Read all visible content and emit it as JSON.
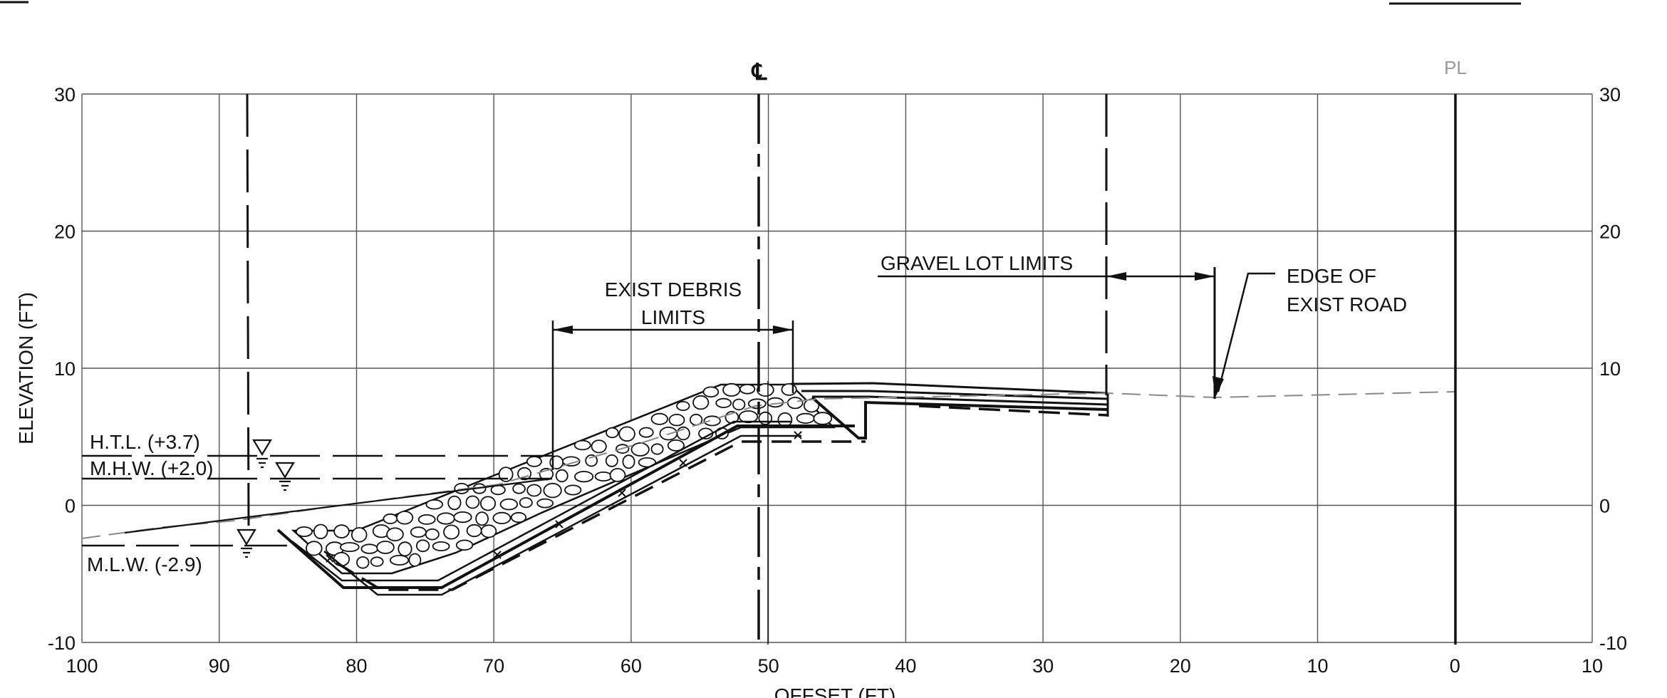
{
  "chart_data": {
    "type": "line",
    "title": "",
    "xlabel": "OFFSET (FT)",
    "ylabel": "ELEVATION (FT)",
    "xlim": [
      100,
      10
    ],
    "ylim": [
      -10,
      30
    ],
    "x_ticks": [
      "100",
      "90",
      "80",
      "70",
      "60",
      "50",
      "40",
      "30",
      "20",
      "10",
      "0",
      "10"
    ],
    "y_ticks": [
      "30",
      "20",
      "10",
      "0",
      "-10"
    ],
    "grid": true,
    "series": [],
    "existing_ground": [
      [
        100,
        -2.3
      ],
      [
        88,
        -1.0
      ],
      [
        70,
        0.5
      ],
      [
        55,
        4.5
      ],
      [
        49,
        7.8
      ],
      [
        45,
        8.8
      ],
      [
        40,
        8.9
      ],
      [
        26,
        8.5
      ],
      [
        18,
        7.8
      ],
      [
        0,
        8.3
      ]
    ],
    "riprap_top": [
      [
        78,
        -1.6
      ],
      [
        73,
        -1.6
      ],
      [
        53,
        8.9
      ],
      [
        48,
        8.9
      ],
      [
        42,
        5.5
      ]
    ],
    "bedding_layer": [
      [
        85,
        -1.6
      ],
      [
        78,
        -5.0
      ],
      [
        74,
        -5.0
      ],
      [
        56,
        4.8
      ],
      [
        44,
        4.8
      ]
    ],
    "gravel_lot_surface": [
      [
        48,
        8.9
      ],
      [
        40,
        8.9
      ],
      [
        26,
        8.0
      ]
    ],
    "centerline_offset": 51,
    "property_line_offset": 0,
    "water_levels": [
      {
        "label": "H.T.L. (+3.7)",
        "elevation": 3.7
      },
      {
        "label": "M.H.W. (+2.0)",
        "elevation": 2.0
      },
      {
        "label": "M.L.W. (-2.9)",
        "elevation": -2.9
      }
    ]
  },
  "annotations": {
    "centerline_symbol": "℄",
    "property_line_symbol": "PL",
    "exist_debris_limits": [
      "EXIST DEBRIS",
      "LIMITS"
    ],
    "gravel_lot_limits": "GRAVEL LOT LIMITS",
    "edge_of_road": [
      "EDGE OF",
      "EXIST ROAD"
    ]
  },
  "colors": {
    "ink": "#111111",
    "grid": "#555555",
    "faint": "#888888"
  }
}
